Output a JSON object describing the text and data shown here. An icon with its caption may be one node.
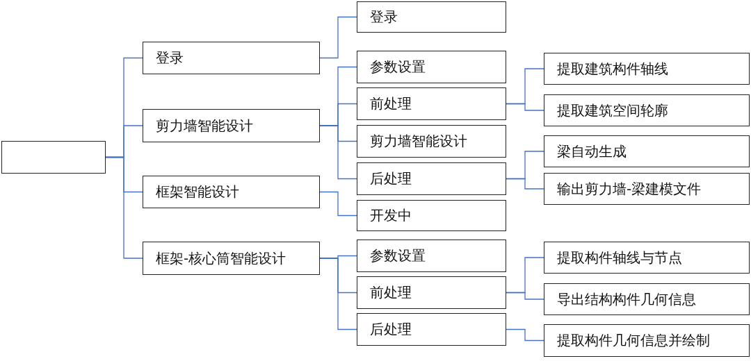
{
  "diagram": {
    "nodes": [
      {
        "text": [],
        "shape": "box"
      },
      {
        "text": [
          "登录"
        ]
      },
      {
        "text": [
          "登录"
        ]
      },
      {
        "text": [
          "剪力墙智能设计"
        ]
      },
      {
        "text": [
          "参数设置"
        ]
      },
      {
        "text": [
          "前处理"
        ]
      },
      {
        "text": [
          "提取建筑构件轴线"
        ]
      },
      {
        "text": [
          "提取建筑空间轮廓"
        ]
      },
      {
        "text": [
          "剪力墙智能设计"
        ]
      },
      {
        "text": [
          "后处理"
        ]
      },
      {
        "text": [
          "梁自动生成"
        ]
      },
      {
        "text": [
          "输出剪力墙-梁建模文件"
        ]
      },
      {
        "text": [
          "框架智能设计"
        ]
      },
      {
        "text": [
          "开发中"
        ]
      },
      {
        "text": [
          "框架-核心筒智能设计"
        ]
      },
      {
        "text": [
          "参数设置"
        ]
      },
      {
        "text": [
          "前处理"
        ]
      },
      {
        "text": [
          "提取构件轴线与节点"
        ]
      },
      {
        "text": [
          "导出结构构件几何信息"
        ]
      },
      {
        "text": [
          "后处理"
        ]
      },
      {
        "text": [
          "提取构件几何信息并绘制"
        ]
      }
    ],
    "edges": [
      {
        "from": 0,
        "to": 1,
        "arrow": "none"
      },
      {
        "from": 0,
        "to": 3,
        "arrow": "none"
      },
      {
        "from": 0,
        "to": 12,
        "arrow": "none"
      },
      {
        "from": 0,
        "to": 14,
        "arrow": "none"
      },
      {
        "from": 1,
        "to": 2,
        "arrow": "none"
      },
      {
        "from": 3,
        "to": 4,
        "arrow": "none"
      },
      {
        "from": 3,
        "to": 5,
        "arrow": "none"
      },
      {
        "from": 3,
        "to": 8,
        "arrow": "none"
      },
      {
        "from": 3,
        "to": 9,
        "arrow": "none"
      },
      {
        "from": 5,
        "to": 6,
        "arrow": "none"
      },
      {
        "from": 5,
        "to": 7,
        "arrow": "none"
      },
      {
        "from": 9,
        "to": 10,
        "arrow": "none"
      },
      {
        "from": 9,
        "to": 11,
        "arrow": "none"
      },
      {
        "from": 12,
        "to": 13,
        "arrow": "none"
      },
      {
        "from": 14,
        "to": 15,
        "arrow": "none"
      },
      {
        "from": 14,
        "to": 16,
        "arrow": "none"
      },
      {
        "from": 14,
        "to": 19,
        "arrow": "none"
      },
      {
        "from": 16,
        "to": 17,
        "arrow": "none"
      },
      {
        "from": 16,
        "to": 18,
        "arrow": "none"
      },
      {
        "from": 19,
        "to": 20,
        "arrow": "none"
      }
    ]
  }
}
